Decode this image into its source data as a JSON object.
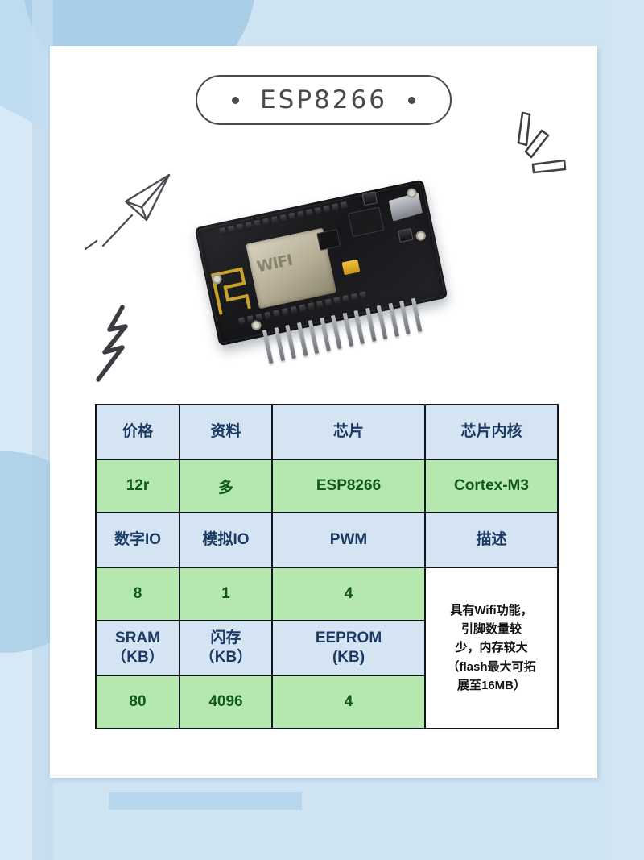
{
  "page": {
    "title_text": "ESP8266",
    "card_bg": "#ffffff",
    "page_bg": "#cfe4f3",
    "header_cell_bg": "#d4e4f2",
    "header_text_color": "#1b3a63",
    "value_cell_bg": "#b5e8ae",
    "value_text_color": "#105a20",
    "border_color": "#10171f"
  },
  "doodles": [
    {
      "name": "sparkle-marks-icon"
    },
    {
      "name": "paper-plane-icon"
    },
    {
      "name": "lightning-bolt-icon"
    }
  ],
  "product_image": {
    "alt": "ESP8266 NodeMCU development board",
    "shield_label": "WIFI"
  },
  "spec_table": {
    "rows": [
      {
        "type": "header",
        "cells": [
          "价格",
          "资料",
          "芯片",
          "芯片内核"
        ]
      },
      {
        "type": "value",
        "cells": [
          "12r",
          "多",
          "ESP8266",
          "Cortex-M3"
        ]
      },
      {
        "type": "header",
        "cells": [
          "数字IO",
          "模拟IO",
          "PWM",
          "描述"
        ]
      },
      {
        "type": "value",
        "cells": [
          "8",
          "1",
          "4"
        ]
      },
      {
        "type": "header",
        "cells": [
          "SRAM\n（KB）",
          "闪存\n（KB）",
          "EEPROM\n(KB)"
        ]
      },
      {
        "type": "value",
        "cells": [
          "80",
          "4096",
          "4"
        ]
      }
    ],
    "header_row_1": {
      "price": "价格",
      "materials": "资料",
      "chip": "芯片",
      "chip_core": "芯片内核"
    },
    "value_row_1": {
      "price": "12r",
      "materials": "多",
      "chip": "ESP8266",
      "chip_core": "Cortex-M3"
    },
    "header_row_2": {
      "digital_io": "数字IO",
      "analog_io": "模拟IO",
      "pwm": "PWM",
      "description": "描述"
    },
    "value_row_2": {
      "digital_io": "8",
      "analog_io": "1",
      "pwm": "4"
    },
    "header_row_3": {
      "sram_line1": "SRAM",
      "sram_line2": "（KB）",
      "flash_line1": "闪存",
      "flash_line2": "（KB）",
      "eeprom_line1": "EEPROM",
      "eeprom_line2": "(KB)"
    },
    "value_row_3": {
      "sram": "80",
      "flash": "4096",
      "eeprom": "4"
    },
    "description": {
      "line1": "具有Wifi功能，",
      "line2": "引脚数量较",
      "line3": "少，内存较大",
      "line4": "（flash最大可拓",
      "line5": "展至16MB）"
    }
  }
}
